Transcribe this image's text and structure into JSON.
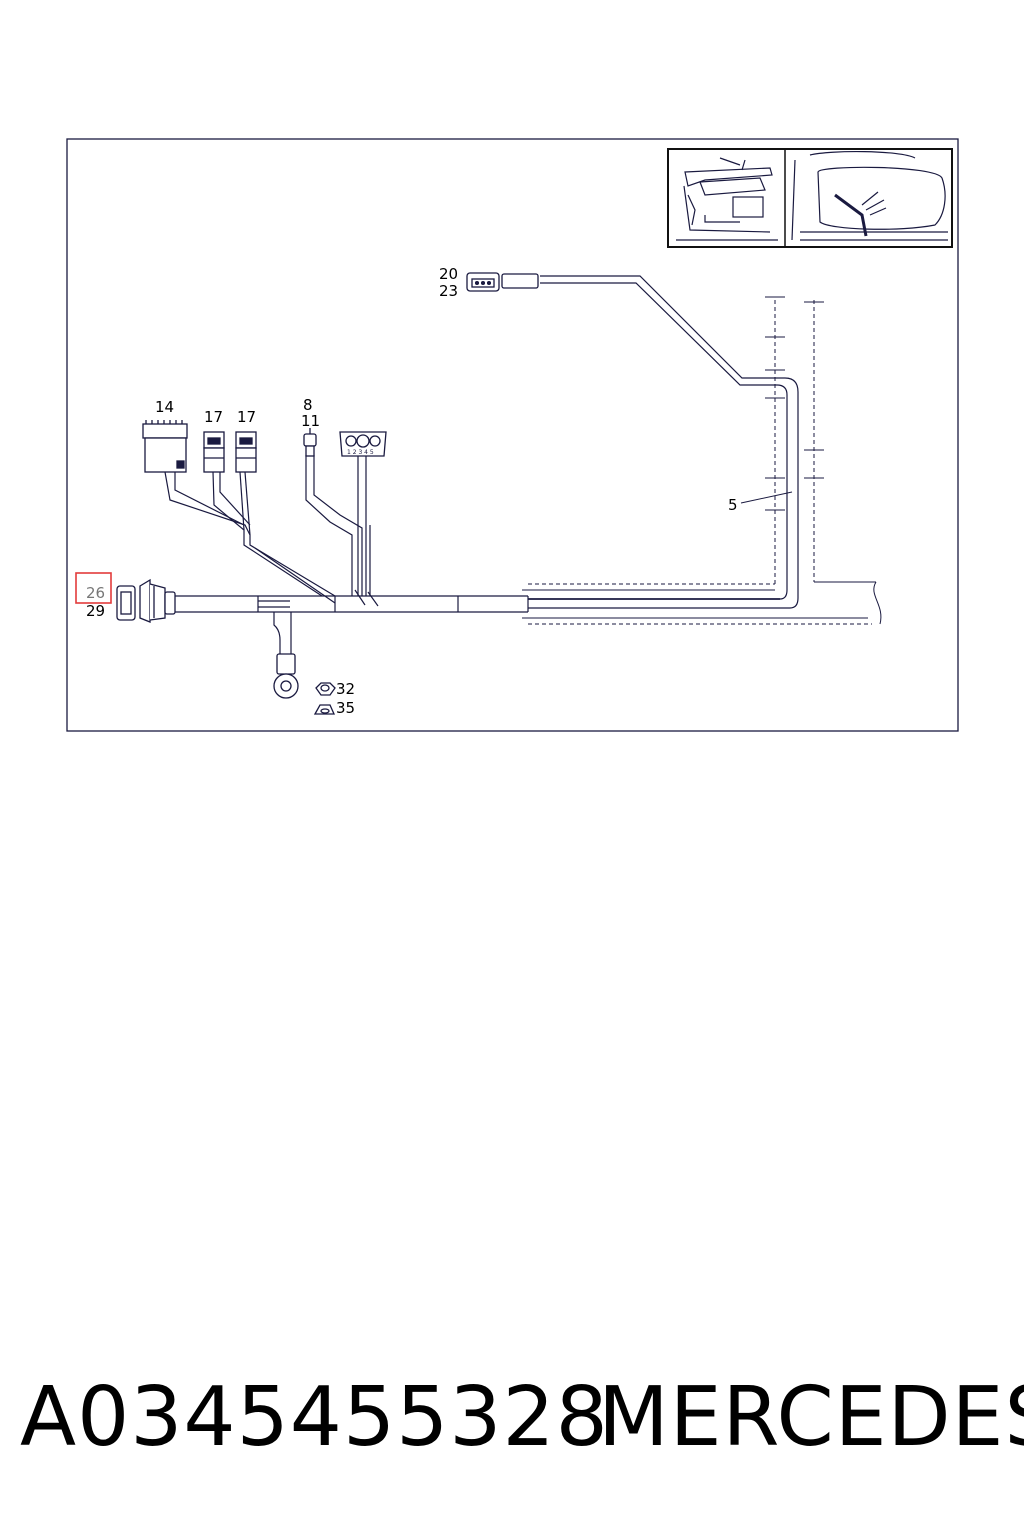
{
  "diagram": {
    "callouts": {
      "c20": "20",
      "c23": "23",
      "c14": "14",
      "c17a": "17",
      "c17b": "17",
      "c8": "8",
      "c11": "11",
      "c5": "5",
      "c26": "26",
      "c29": "29",
      "c32": "32",
      "c35": "35"
    },
    "connector_pin_label": "1 2 3 4 5",
    "highlighted_callout": "26",
    "highlight_color": "#e23b3b",
    "line_color": "#1a1a40",
    "icons": [
      "car-top-view-icon",
      "wiper-arm-view-icon",
      "ring-terminal-icon",
      "nut-icon",
      "clip-icon"
    ]
  },
  "footer": {
    "part_number": "A0345455328",
    "brand": "MERCEDES"
  }
}
